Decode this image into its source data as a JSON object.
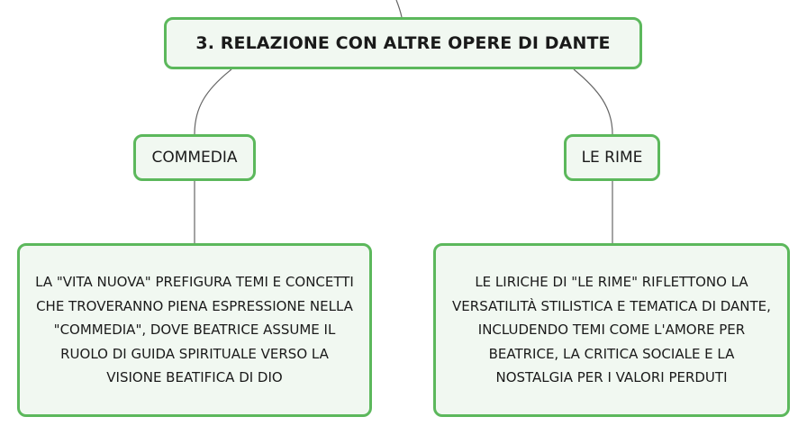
{
  "colors": {
    "node_border": "#5cb85c",
    "node_fill": "#f1f8f1",
    "connector": "#666666",
    "text": "#1a1a1a"
  },
  "mindmap": {
    "root": {
      "label": "3. RELAZIONE CON ALTRE OPERE DI DANTE"
    },
    "branches": [
      {
        "label": "COMMEDIA",
        "detail": "LA \"VITA NUOVA\" PREFIGURA TEMI E CONCETTI CHE TROVERANNO PIENA ESPRESSIONE NELLA \"COMMEDIA\", DOVE BEATRICE ASSUME IL RUOLO DI GUIDA SPIRITUALE VERSO LA VISIONE BEATIFICA DI DIO"
      },
      {
        "label": "LE RIME",
        "detail": "LE LIRICHE DI \"LE RIME\" RIFLETTONO LA VERSATILITÀ STILISTICA E TEMATICA DI DANTE, INCLUDENDO TEMI COME L'AMORE PER BEATRICE, LA CRITICA SOCIALE E LA NOSTALGIA PER I VALORI PERDUTI"
      }
    ]
  }
}
